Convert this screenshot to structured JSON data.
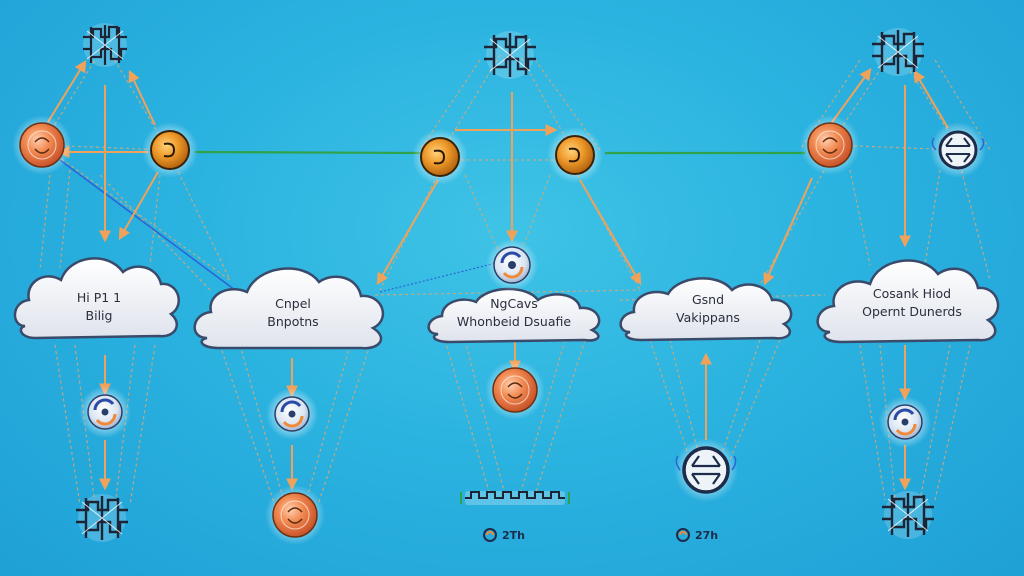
{
  "clouds": [
    {
      "line1": "Hi P1 1",
      "line2": "Bilig"
    },
    {
      "line1": "Cnpel",
      "line2": "Bnpotns"
    },
    {
      "line1": "NgCavs",
      "line2": "Whonbeid Dsuafie"
    },
    {
      "line1": "Gsnd",
      "line2": "Vakippans"
    },
    {
      "line1": "Cosank Hiod",
      "line2": "Opernt Dunerds"
    }
  ],
  "captions": [
    {
      "text": "2Th"
    },
    {
      "text": "27h"
    }
  ],
  "colors": {
    "background": "#2bb3e0",
    "arrow": "#f0a25a",
    "dashed": "#d8a874",
    "green_link": "#2fa24a",
    "blue_link": "#2a66d6",
    "node_orange": "#ef7a3a",
    "node_gold": "#e69422",
    "cloud_fill": "#f4f5f8"
  },
  "icons": {
    "server_node": "network-hub-icon",
    "globe_node": "globe-icon",
    "coin_node": "coin-icon",
    "sync_node": "sync-icon",
    "router_node": "router-icon"
  }
}
